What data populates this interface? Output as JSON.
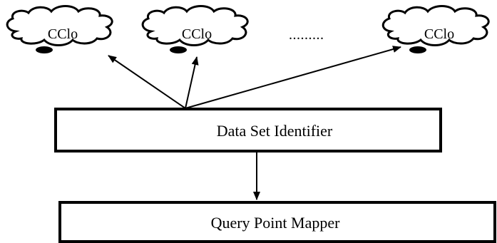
{
  "clouds": [
    {
      "label": "CClo"
    },
    {
      "label": "CClo"
    },
    {
      "label": "CClo"
    }
  ],
  "ellipsis": ".........",
  "boxes": {
    "identifier": "Data Set Identifier",
    "mapper": "Query Point Mapper"
  },
  "colors": {
    "stroke": "#000000",
    "background": "#ffffff"
  }
}
